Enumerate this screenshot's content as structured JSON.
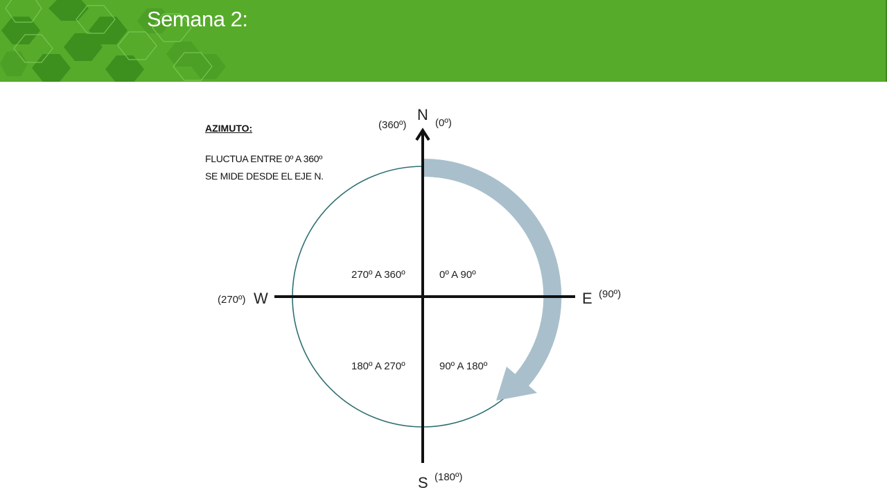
{
  "header": {
    "title": "Semana 2:",
    "color": "#56ab2a"
  },
  "note": {
    "title": "AZIMUTO:",
    "line1": "FLUCTUA ENTRE 0º A 360º",
    "line2": "SE MIDE DESDE  EL EJE N."
  },
  "compass": {
    "north": "N",
    "south": "S",
    "east": "E",
    "west": "W",
    "north_deg_left": "(360º)",
    "north_deg_right": "(0º)",
    "east_deg": "(90º)",
    "west_deg": "(270º)",
    "south_deg": "(180º)"
  },
  "quadrants": {
    "ne": "0º A 90º",
    "nw": "270º A 360º",
    "se": "90º A 180º",
    "sw": "180º A 270º"
  },
  "colors": {
    "circle": "#2f6f73",
    "arrow": "#a9bfcc",
    "axis": "#111111"
  }
}
